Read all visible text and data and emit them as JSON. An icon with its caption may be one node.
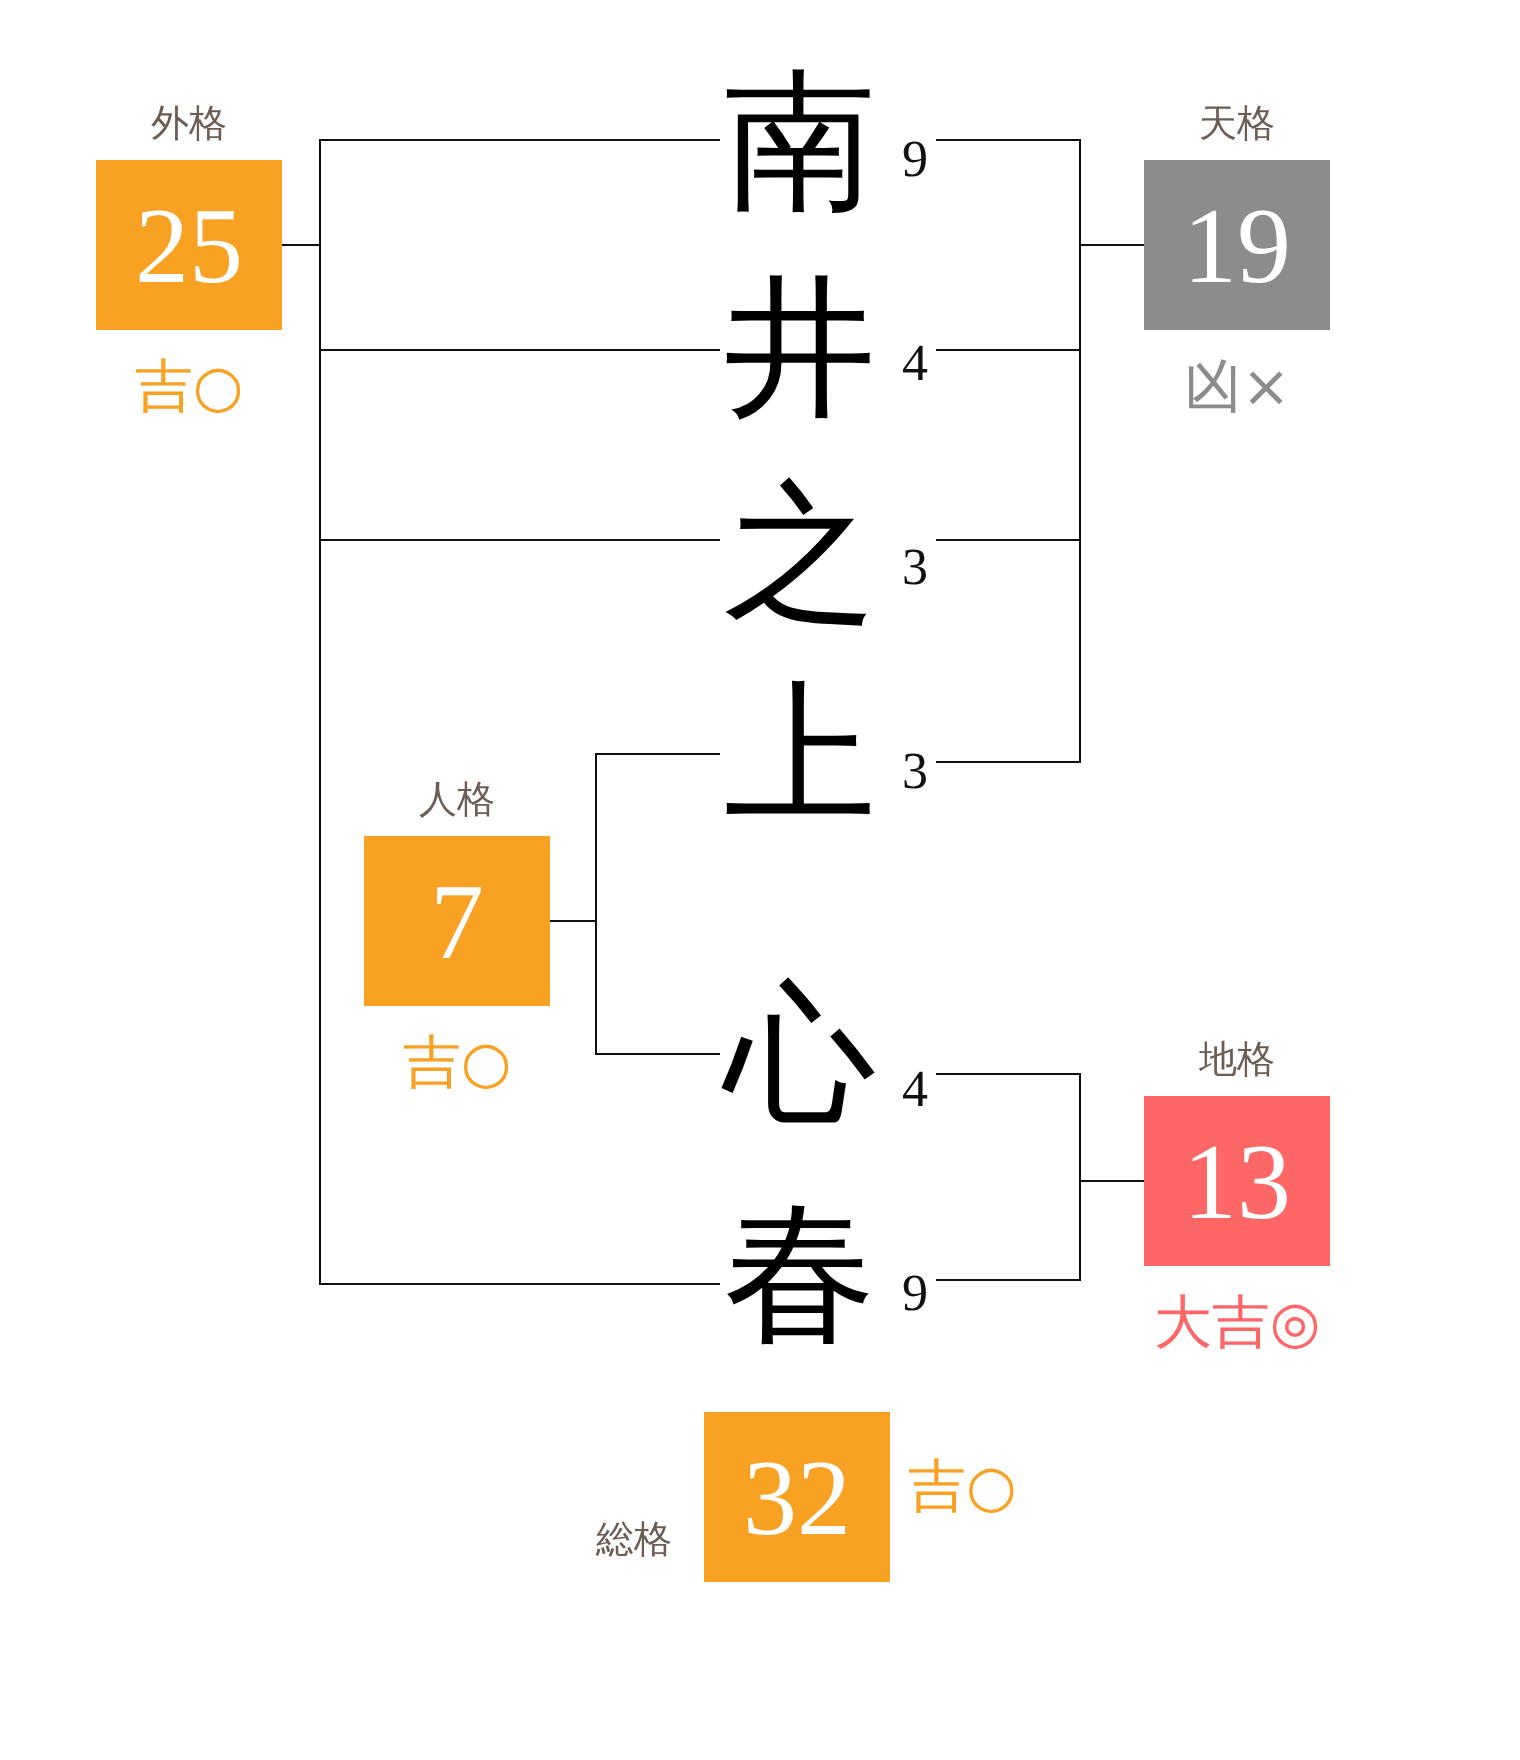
{
  "diagram": {
    "nodes": [
      {
        "text": [
          "外格",
          "25"
        ],
        "beside": [
          "吉○"
        ]
      },
      {
        "text": [
          "南"
        ],
        "beside": [
          "9"
        ]
      },
      {
        "text": [
          "天格",
          "19"
        ],
        "beside": [
          "凶×"
        ]
      },
      {
        "text": [
          "井"
        ],
        "beside": [
          "4"
        ]
      },
      {
        "text": [
          "之"
        ],
        "beside": [
          "3"
        ]
      },
      {
        "text": [
          "上"
        ],
        "beside": [
          "3"
        ]
      },
      {
        "text": [
          "人格",
          "7"
        ],
        "beside": [
          "吉○"
        ]
      },
      {
        "text": [
          "心"
        ],
        "beside": [
          "4"
        ]
      },
      {
        "text": [
          "地格",
          "13"
        ],
        "beside": [
          "大吉◎"
        ]
      },
      {
        "text": [
          "春"
        ],
        "beside": [
          "9"
        ]
      },
      {
        "text": [
          "総格",
          "32"
        ],
        "beside": [
          "吉○"
        ]
      }
    ],
    "edges": [
      {
        "from": 1,
        "to": 0,
        "arrow": "none"
      },
      {
        "from": 3,
        "to": 0,
        "arrow": "none"
      },
      {
        "from": 4,
        "to": 0,
        "arrow": "none"
      },
      {
        "from": 9,
        "to": 0,
        "arrow": "none"
      },
      {
        "from": 1,
        "to": 2,
        "arrow": "none"
      },
      {
        "from": 3,
        "to": 2,
        "arrow": "none"
      },
      {
        "from": 4,
        "to": 2,
        "arrow": "none"
      },
      {
        "from": 5,
        "to": 2,
        "arrow": "none"
      },
      {
        "from": 5,
        "to": 6,
        "arrow": "none"
      },
      {
        "from": 7,
        "to": 6,
        "arrow": "none"
      },
      {
        "from": 7,
        "to": 8,
        "arrow": "none"
      },
      {
        "from": 9,
        "to": 8,
        "arrow": "none"
      }
    ]
  }
}
